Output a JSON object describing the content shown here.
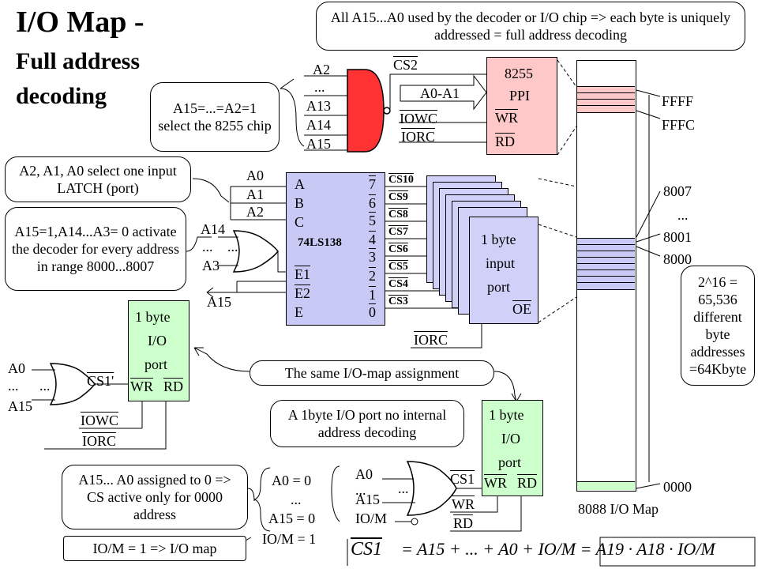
{
  "title": {
    "line1": "I/O Map -",
    "line2": "Full address",
    "line3": "decoding"
  },
  "notes": {
    "full_decoding": "All A15...A0 used by the decoder or I/O chip => each byte is uniquely addressed = full address decoding",
    "select_8255": "A15=...=A2=1 select the 8255 chip",
    "select_latch": "A2, A1, A0 select one input LATCH (port)",
    "activate_decoder": "A15=1,A14...A3= 0 activate the decoder for every address in range 8000...8007",
    "same_map": "The same I/O-map assignment",
    "no_internal": "A 1byte I/O port no internal address decoding",
    "cs_0000": "A15... A0 assigned to 0 => CS active only for 0000 address",
    "io_m": "IO/M = 1 => I/O map",
    "capacity": "2^16 = 65,536 different byte addresses =64Kbyte"
  },
  "gate_8255": {
    "inputs": [
      "A2",
      "...",
      "A13",
      "A14",
      "A15"
    ],
    "cs": "CS2",
    "addr": "A0-A1",
    "iowc": "IOWC",
    "iorc": "IORC"
  },
  "ppi": {
    "name": "8255",
    "type": "PPI",
    "wr": "WR",
    "rd": "RD"
  },
  "decoder": {
    "name": "74LS138",
    "inputs": [
      "A",
      "B",
      "C"
    ],
    "enables": [
      "E1",
      "E2",
      "E"
    ],
    "outputs": [
      "7",
      "6",
      "5",
      "4",
      "3",
      "2",
      "1",
      "0"
    ],
    "addr_in": [
      "A0",
      "A1",
      "A2"
    ],
    "gate_in": [
      "A14",
      "...",
      "...",
      "A3"
    ],
    "a15": "A15",
    "cs_lines": [
      "CS10",
      "CS9",
      "CS8",
      "CS7",
      "CS6",
      "CS5",
      "CS4",
      "CS3"
    ],
    "iorc": "IORC"
  },
  "input_port": {
    "line1": "1 byte",
    "line2": "input",
    "line3": "port",
    "oe": "OE"
  },
  "port_left": {
    "line1": "1 byte",
    "line2": "I/O",
    "line3": "port",
    "wr": "WR",
    "rd": "RD",
    "cs": "CS1'",
    "gate_in": [
      "A0",
      "...",
      "...",
      "A15"
    ],
    "iowc": "IOWC",
    "iorc": "IORC"
  },
  "port_bottom": {
    "line1": "1 byte",
    "line2": "I/O",
    "line3": "port",
    "wr": "WR",
    "rd": "RD",
    "cs": "CS1",
    "gate_in": [
      "A0",
      "...",
      "...",
      "A15",
      "IO/M"
    ],
    "wr_sig": "WR",
    "rd_sig": "RD"
  },
  "conditions": [
    "A0 = 0",
    "...",
    "A15 = 0",
    "IO/M = 1"
  ],
  "memory_map": {
    "labels": [
      "FFFF",
      "FFFC",
      "8007",
      "...",
      "8001",
      "8000",
      "0000"
    ],
    "caption": "8088 I/O Map"
  },
  "formula": {
    "lhs": "CS1",
    "rhs": "= A15 + ... + A0 + IO/M = A19 · A18 · IO/M"
  },
  "colors": {
    "ppi": "#ffc8c8",
    "port": "#ccffcc",
    "decoder": "#c9c9f5",
    "map_band": "#ffc8c8",
    "map_green": "#ccffcc"
  }
}
